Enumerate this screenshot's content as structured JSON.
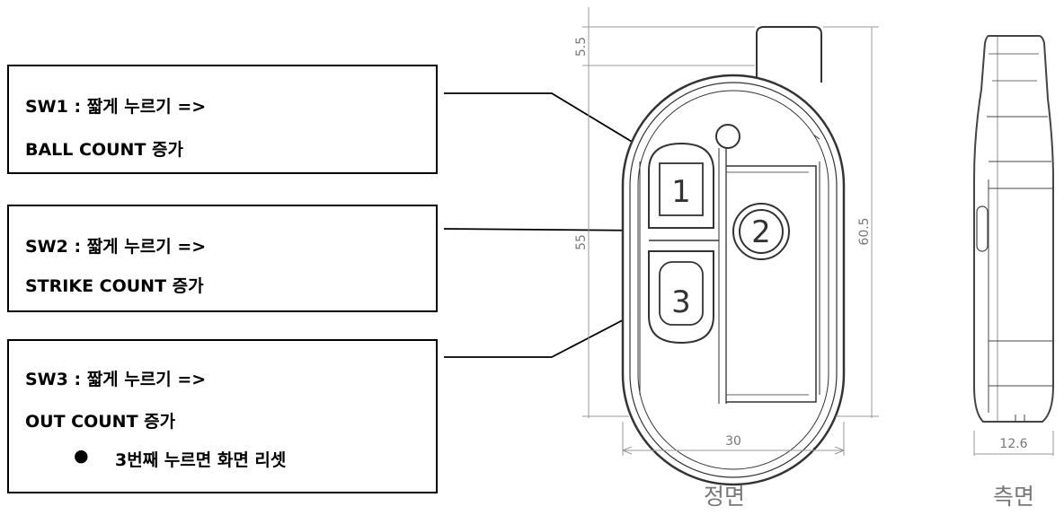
{
  "callouts": [
    {
      "line1": "SW1 : 짧게 누르기 =>",
      "line2": " BALL COUNT 증가"
    },
    {
      "line1": "SW2 : 짧게 누르기 =>",
      "line2": " STRIKE COUNT 증가"
    },
    {
      "line1": "SW3 : 짧게 누르기 =>",
      "line2": "OUT COUNT 증가",
      "bullet": "●",
      "bullet_text": "3번째 누르면 화면 리셋"
    }
  ],
  "buttons": [
    "1",
    "2",
    "3"
  ],
  "dimensions": {
    "antenna": "5.5",
    "body_height": "55",
    "total_height": "60.5",
    "width": "30",
    "thickness": "12.6"
  },
  "views": {
    "front": "정면",
    "side": "측면"
  }
}
